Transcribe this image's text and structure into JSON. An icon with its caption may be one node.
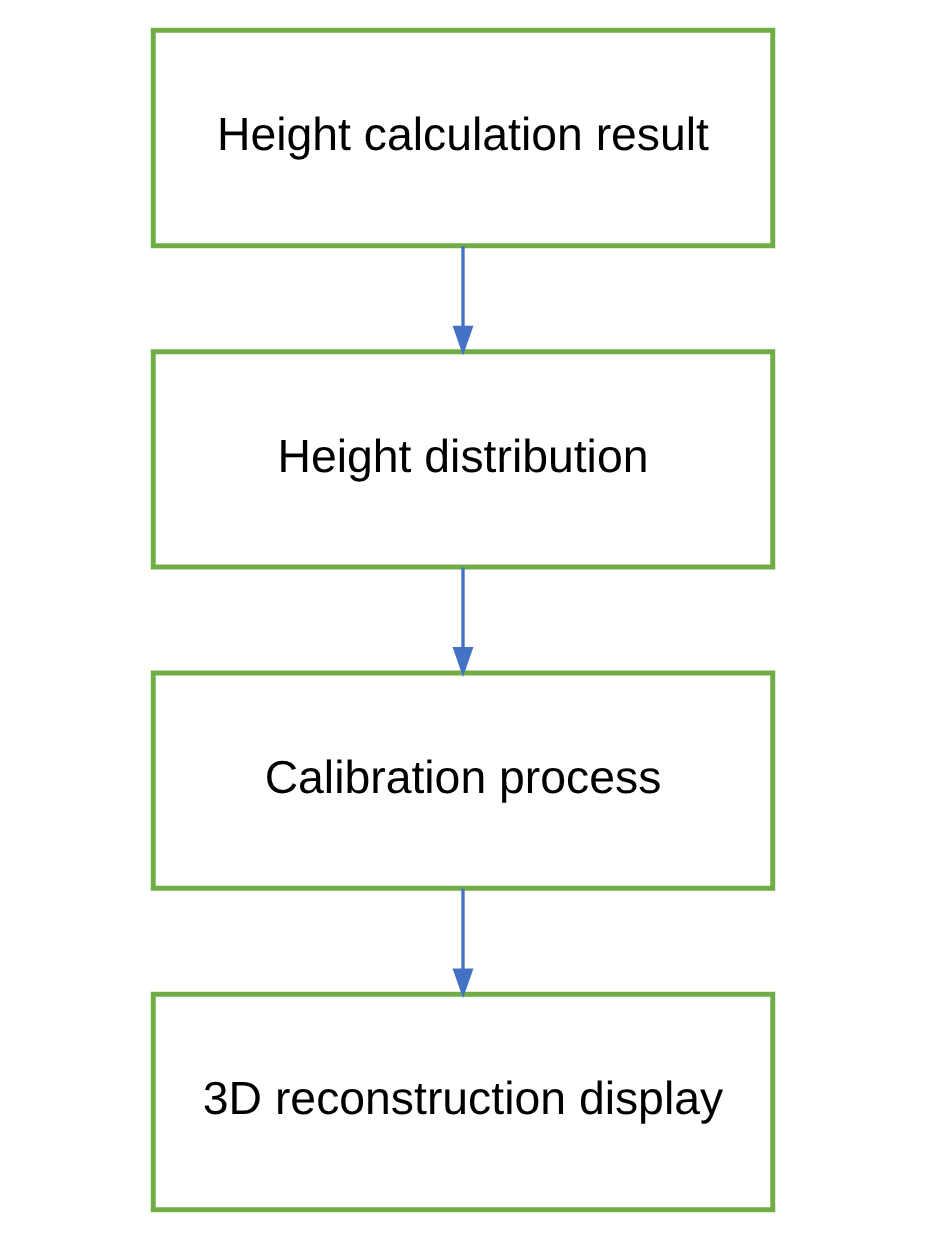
{
  "diagram": {
    "nodes": [
      {
        "text": [
          "Height calculation result"
        ]
      },
      {
        "text": [
          "Height distribution"
        ]
      },
      {
        "text": [
          "Calibration process"
        ]
      },
      {
        "text": [
          "3D reconstruction display"
        ]
      }
    ],
    "edges": [
      {
        "from": 0,
        "to": 1,
        "arrow": "to"
      },
      {
        "from": 1,
        "to": 2,
        "arrow": "to"
      },
      {
        "from": 2,
        "to": 3,
        "arrow": "to"
      }
    ]
  }
}
